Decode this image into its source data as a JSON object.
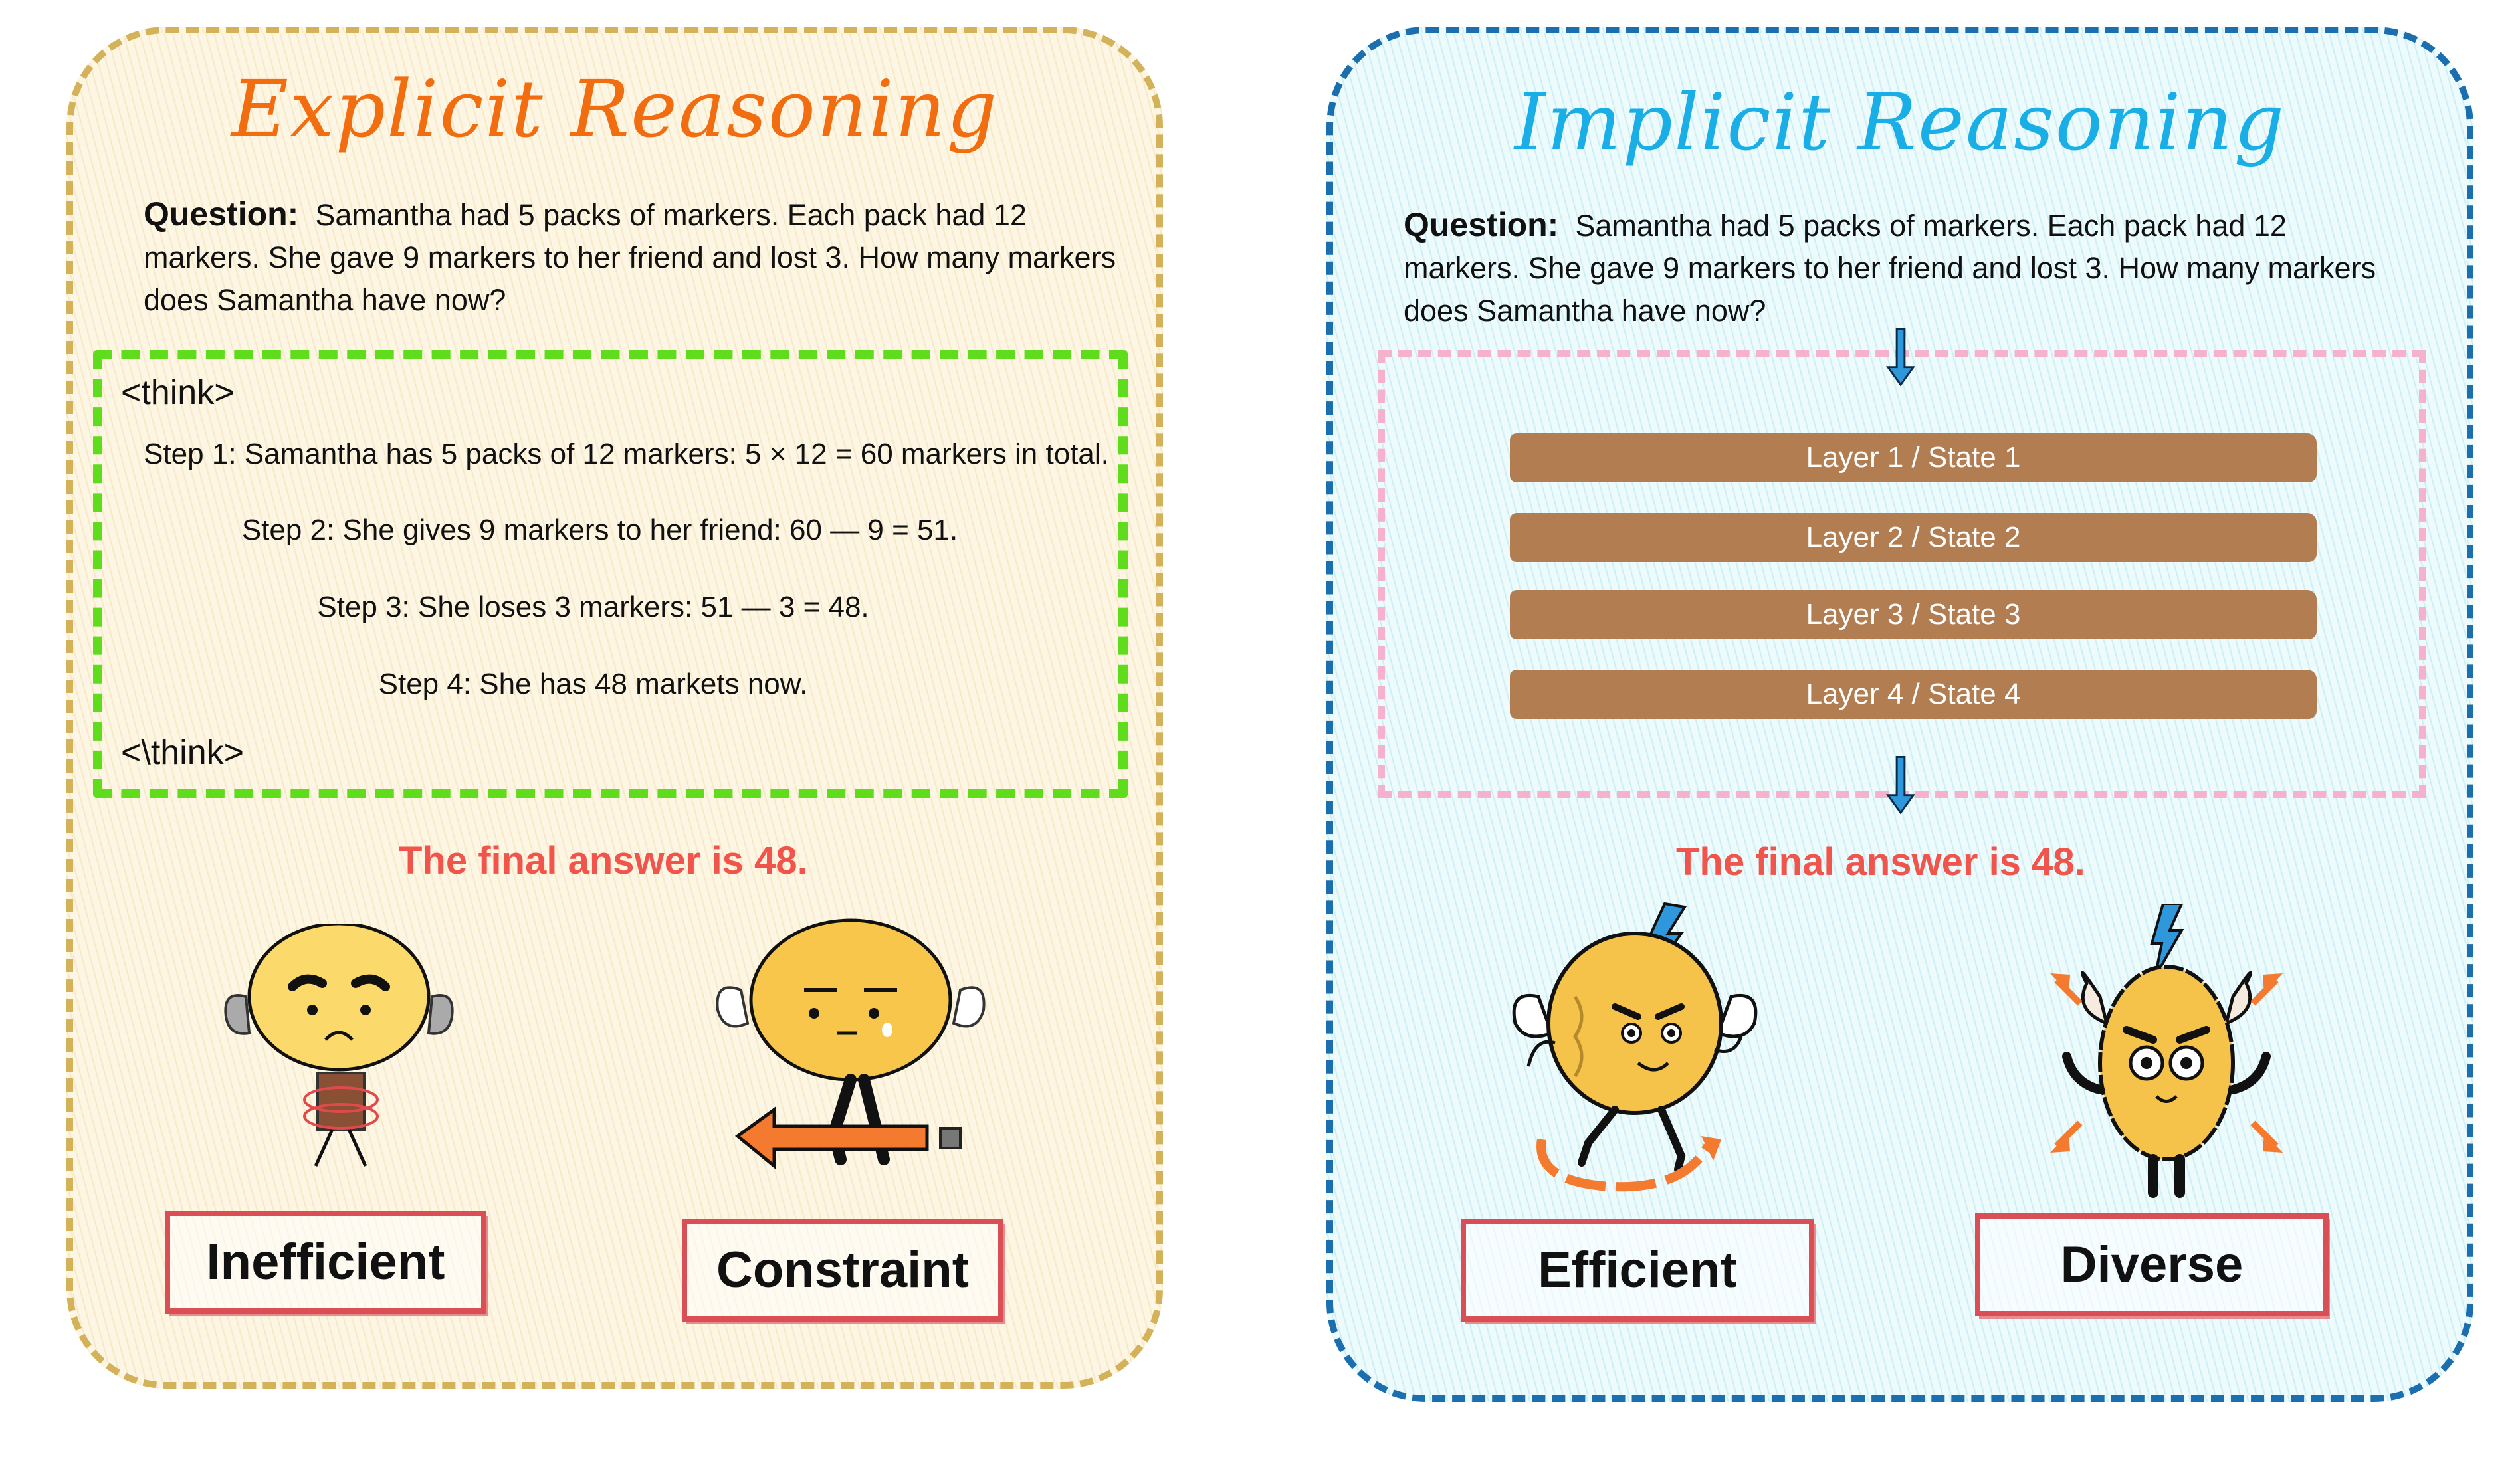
{
  "explicit": {
    "title": "Explicit Reasoning",
    "question_label": "Question:",
    "question_text": "Samantha had 5 packs of markers. Each pack had 12 markers. She gave 9 markers to her friend and lost 3. How many markers does Samantha have now?",
    "think_open": "<think>",
    "think_close": "<\\think>",
    "steps": [
      "Step 1: Samantha has 5 packs of 12 markers: 5 × 12 = 60 markers in total.",
      "Step 2: She gives 9 markers to her friend: 60 — 9 = 51.",
      "Step 3: She loses 3 markers: 51 — 3 = 48.",
      "Step 4:  She has 48 markets now."
    ],
    "final_answer": "The final answer is 48.",
    "labels": [
      "Inefficient",
      "Constraint"
    ],
    "colors": {
      "title": "#f26d10",
      "border": "#d4b25a",
      "think_border": "#5fdc1c"
    }
  },
  "implicit": {
    "title": "Implicit Reasoning",
    "question_label": "Question:",
    "question_text": "Samantha had 5 packs of markers. Each pack had 12 markers. She gave 9 markers to her friend and lost 3. How many markers does Samantha have now?",
    "layers": [
      "Layer 1 / State 1",
      "Layer 2 / State 2",
      "Layer 3 / State 3",
      "Layer 4 / State 4"
    ],
    "final_answer": "The final answer is 48.",
    "labels": [
      "Efficient",
      "Diverse"
    ],
    "colors": {
      "title": "#1aaee6",
      "border": "#1c6fae",
      "layer_box_border": "#f6b1cc",
      "layer_fill": "#b37d52",
      "answer": "#f0544a"
    }
  }
}
